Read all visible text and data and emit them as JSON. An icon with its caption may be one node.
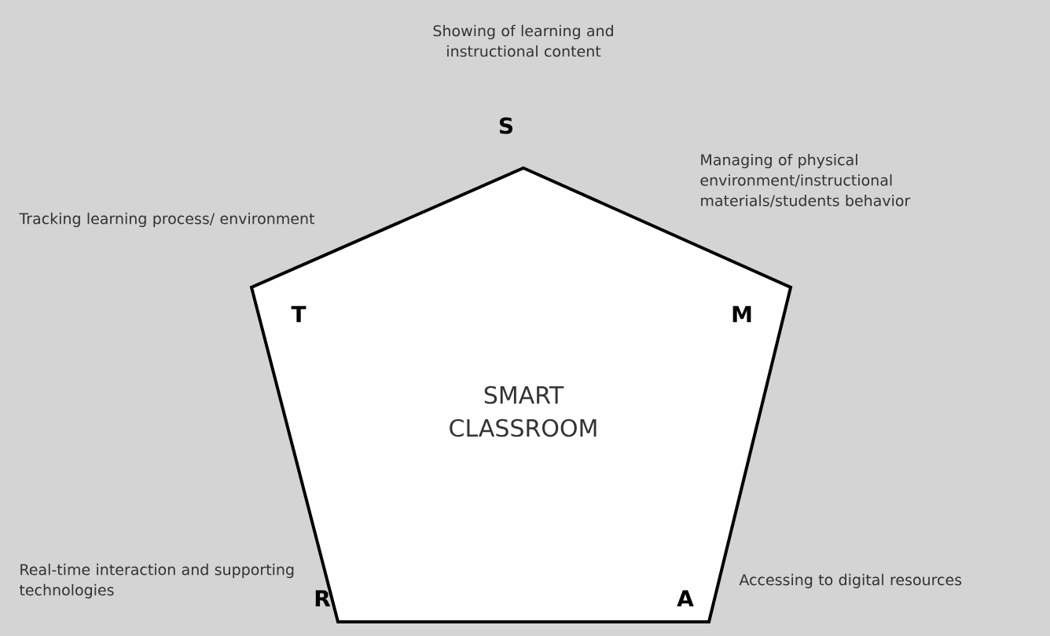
{
  "diagram": {
    "nodes": [
      {
        "text": [
          "SMART CLASSROOM"
        ]
      }
    ],
    "labels": [
      "Showing of learning and instructional content",
      "S",
      "Tracking learning process/ environment",
      "Managing of physical environment/instructional materials/students behavior",
      "T",
      "M",
      "Real-time interaction and supporting technologies",
      "R",
      "A",
      "Accessing to digital resources"
    ]
  }
}
